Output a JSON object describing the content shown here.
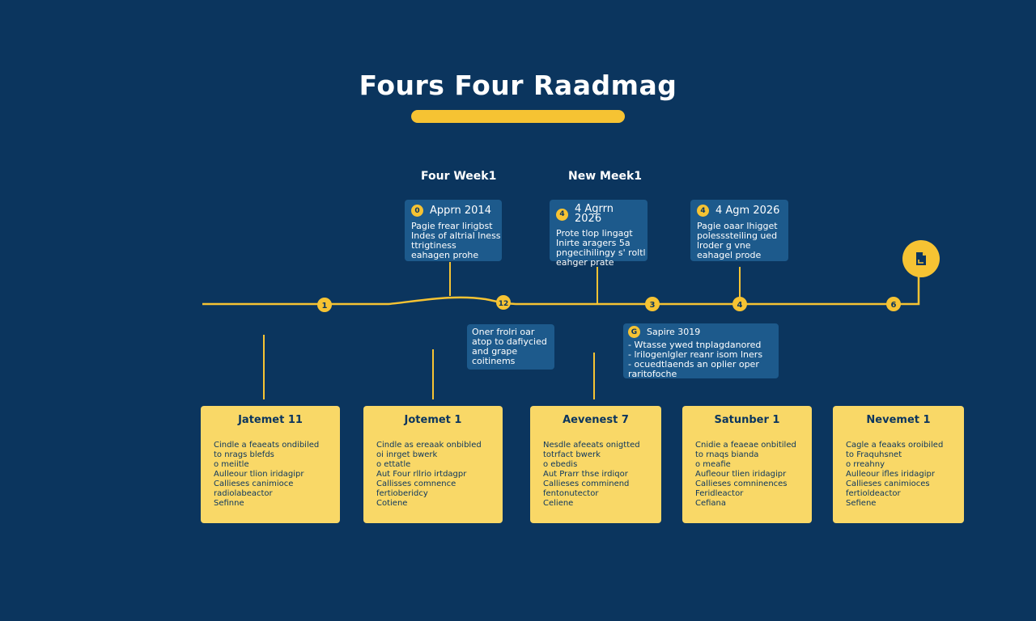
{
  "title": "Fours Four Raadmag",
  "colors": {
    "background": "#0b355e",
    "accent": "#f6c333",
    "card": "#f9d867",
    "box": "#1d5a8c"
  },
  "week_labels": [
    "Four Week1",
    "New Meek1"
  ],
  "milestones": [
    "1",
    "12",
    "3",
    "4",
    "6"
  ],
  "top_boxes": [
    {
      "badge": "0",
      "date": "Apprn 2014",
      "lines": [
        "Pagie frear lirigbst",
        "Indes of altrial lness",
        "ttrigtiness",
        "eahagen prohe"
      ]
    },
    {
      "badge": "4",
      "date": "4 Agrrn 2026",
      "lines": [
        "Prote tlop lingagt",
        "Inirte aragers 5a",
        "pngecihilingy s' roltl",
        "eahger prate"
      ]
    },
    {
      "badge": "4",
      "date": "4 Agm 2026",
      "lines": [
        "Pagie oaar lhigget",
        "polesssteiling ued",
        "lroder g      vne",
        "eahagel prode"
      ]
    }
  ],
  "mid_boxes": [
    {
      "lines": [
        "Oner frolri oar",
        "atop to dafiycied",
        "and grape",
        "coitinems"
      ]
    },
    {
      "badge": "G",
      "date": "Sapire 3019",
      "lines": [
        "- Wtasse ywed tnplagdanored",
        "- lrilogenlgler reanr isom lners",
        "- ocuedtlaends an oplier oper",
        "  raritofoche"
      ]
    }
  ],
  "cards": [
    {
      "title": "Jatemet 11",
      "lines": [
        "Cindle a feaeats ondibiled",
        "to nrags blefds",
        "o meiitle",
        "Aulleour tlion iridagipr",
        "Callieses canimioce",
        "radiolabeactor",
        "Sefinne"
      ]
    },
    {
      "title": "Jotemet 1",
      "lines": [
        "Cindle as ereaak onbibled",
        "oi inrget bwerk",
        "o ettatle",
        "Aut Four rllrio irtdagpr",
        "Callisses comnence",
        "fertioberidcy",
        "Cotiene"
      ]
    },
    {
      "title": "Aevenest 7",
      "lines": [
        "Nesdle afeeats onigtted",
        "totrfact bwerk",
        "o ebedis",
        "Aut Prarr thse irdiqor",
        "Callieses comminend",
        "fentonutector",
        "Celiene"
      ]
    },
    {
      "title": "Satunber 1",
      "lines": [
        "Cnidie a feaeae onbitiled",
        "to rnaqs bianda",
        "o meafie",
        "Aufleour tlien iridagipr",
        "Callieses comninences",
        "Feridleactor",
        "Cefiana"
      ]
    },
    {
      "title": "Nevemet 1",
      "lines": [
        "Cagle a feaaks oroibiled",
        "to Fraquhsnet",
        "o rreahny",
        "Aulleour ifles iridagipr",
        "Callieses canimioces",
        "fertioldeactor",
        "Sefiene"
      ]
    }
  ]
}
